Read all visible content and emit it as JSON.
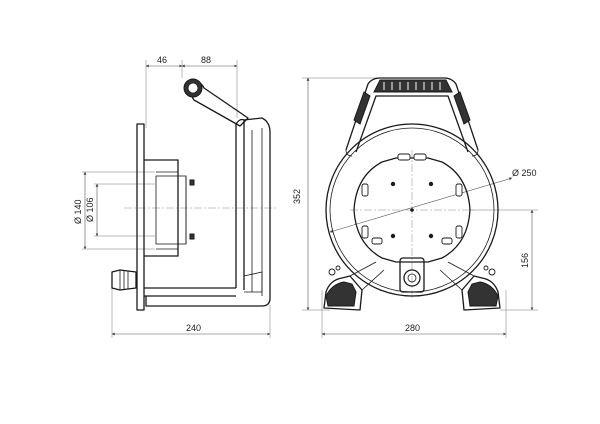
{
  "dimensions": {
    "side_handle_offset": "46",
    "side_handle_width": "88",
    "diameter_140": "Ø 140",
    "diameter_106": "Ø 106",
    "side_width": "240",
    "front_height": "352",
    "front_diameter": "Ø 250",
    "front_center_height": "156",
    "front_width": "280"
  }
}
